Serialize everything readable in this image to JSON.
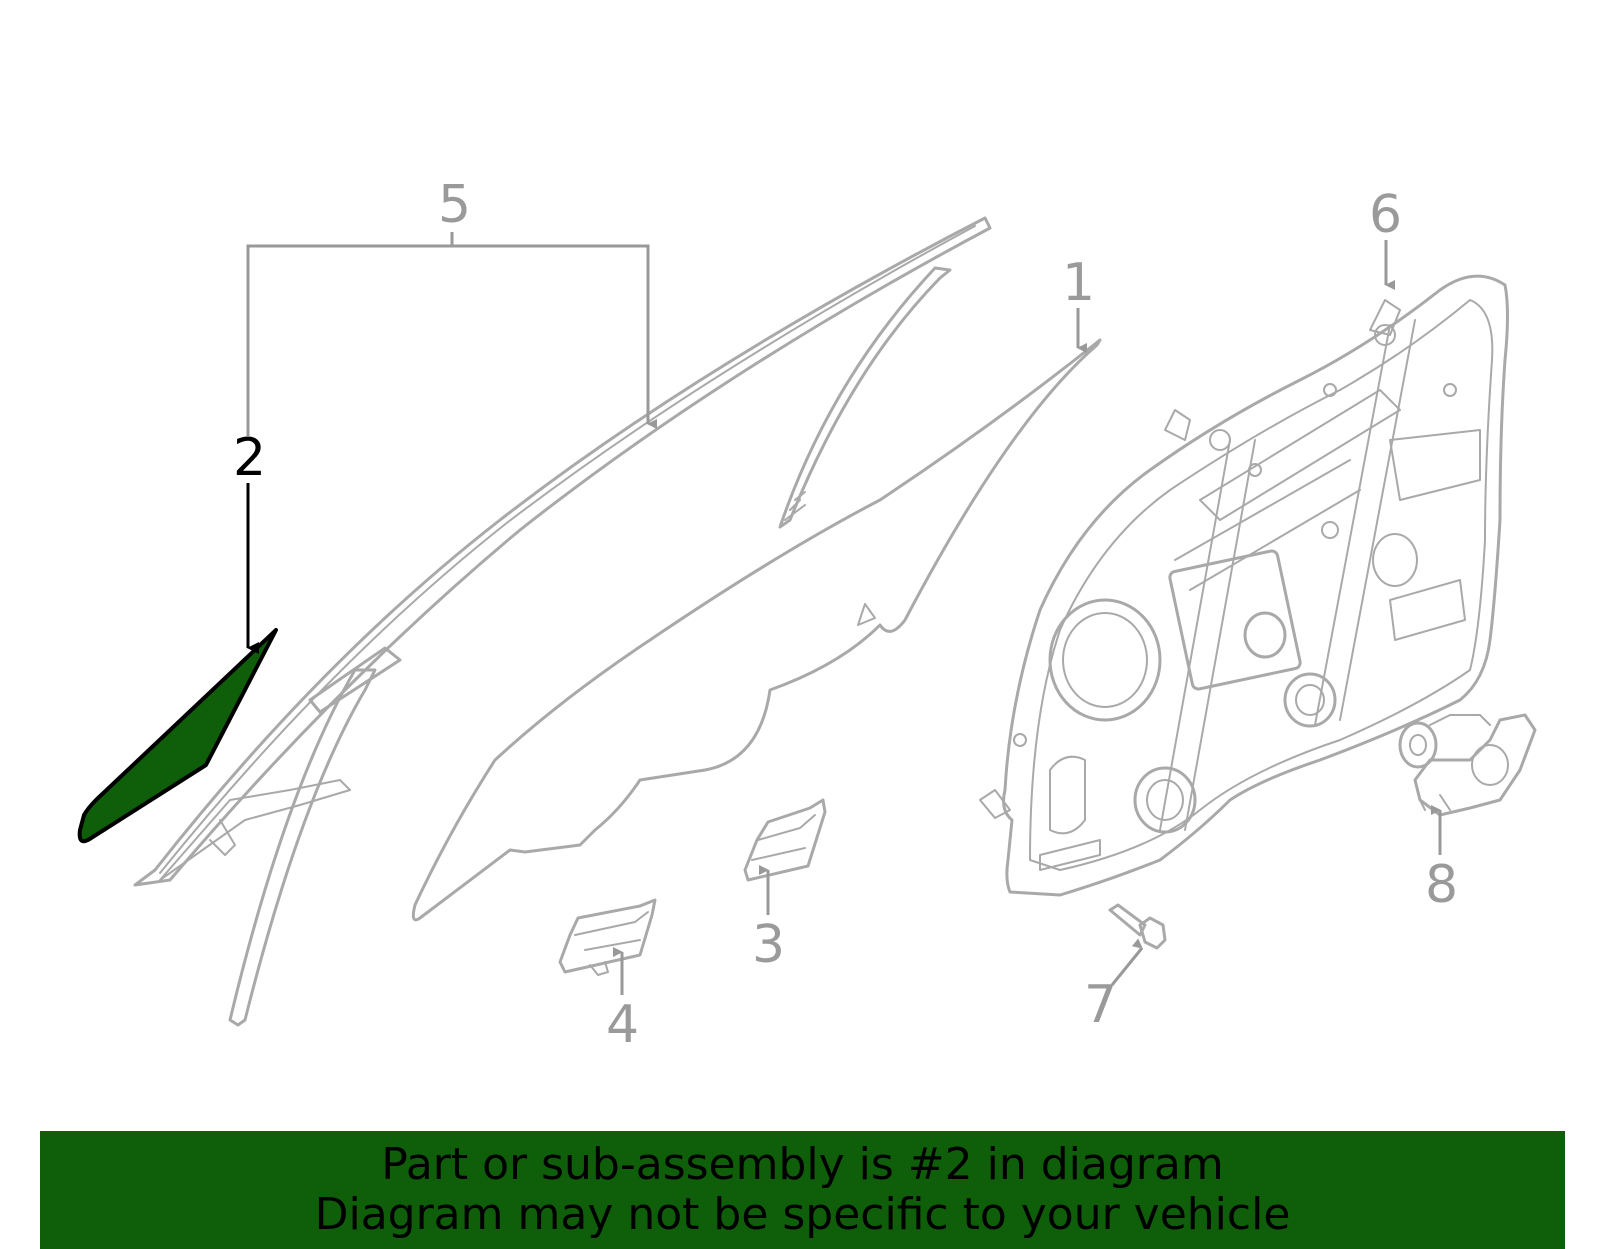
{
  "highlight_color": "#0f5e0a",
  "callouts": {
    "c1": "1",
    "c2": "2",
    "c3": "3",
    "c4": "4",
    "c5": "5",
    "c6": "6",
    "c7": "7",
    "c8": "8"
  },
  "highlighted_part": "2",
  "banner": {
    "line1": "Part or sub-assembly is #2 in diagram",
    "line2": "Diagram may not be specific to your vehicle"
  }
}
